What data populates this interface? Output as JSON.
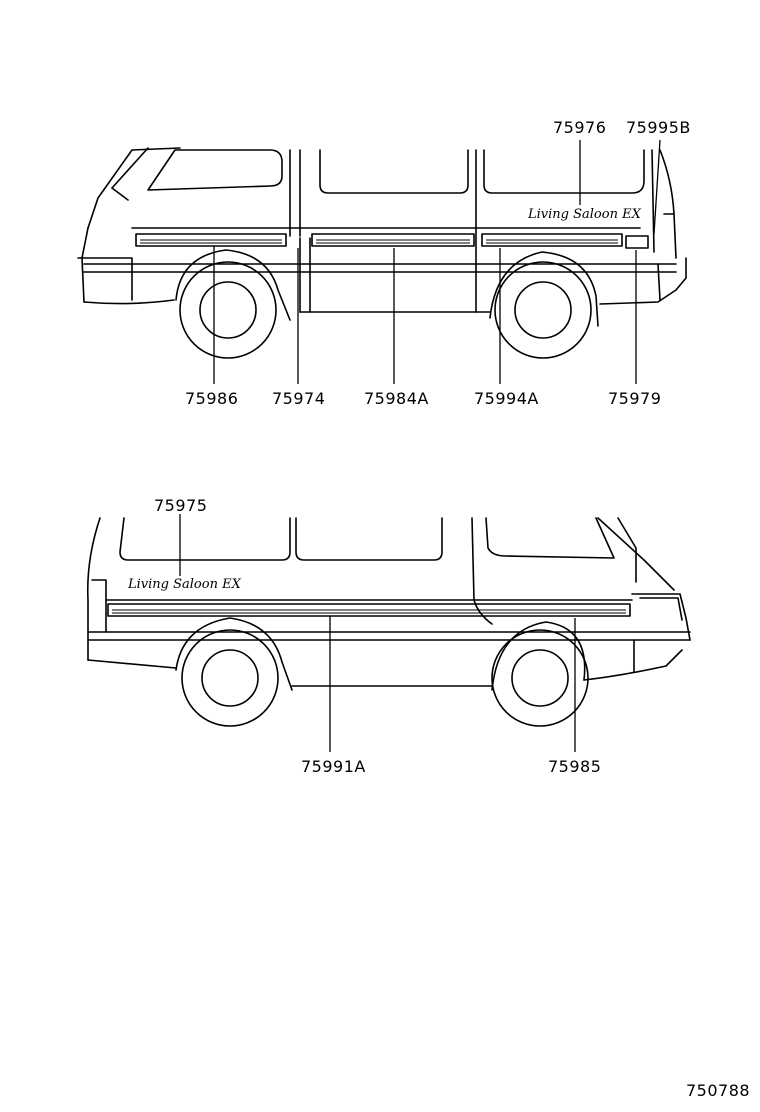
{
  "diagram_id": "750788",
  "upper_view": {
    "parts": {
      "p75976": "75976",
      "p75995B": "75995B",
      "p75986": "75986",
      "p75974": "75974",
      "p75984A": "75984A",
      "p75994A": "75994A",
      "p75979": "75979"
    }
  },
  "lower_view": {
    "parts": {
      "p75975": "75975",
      "p75991A": "75991A",
      "p75985": "75985"
    }
  },
  "icons": [
    "van-side-right-outline",
    "van-side-left-outline",
    "wheel-icon",
    "emblem-icon"
  ]
}
